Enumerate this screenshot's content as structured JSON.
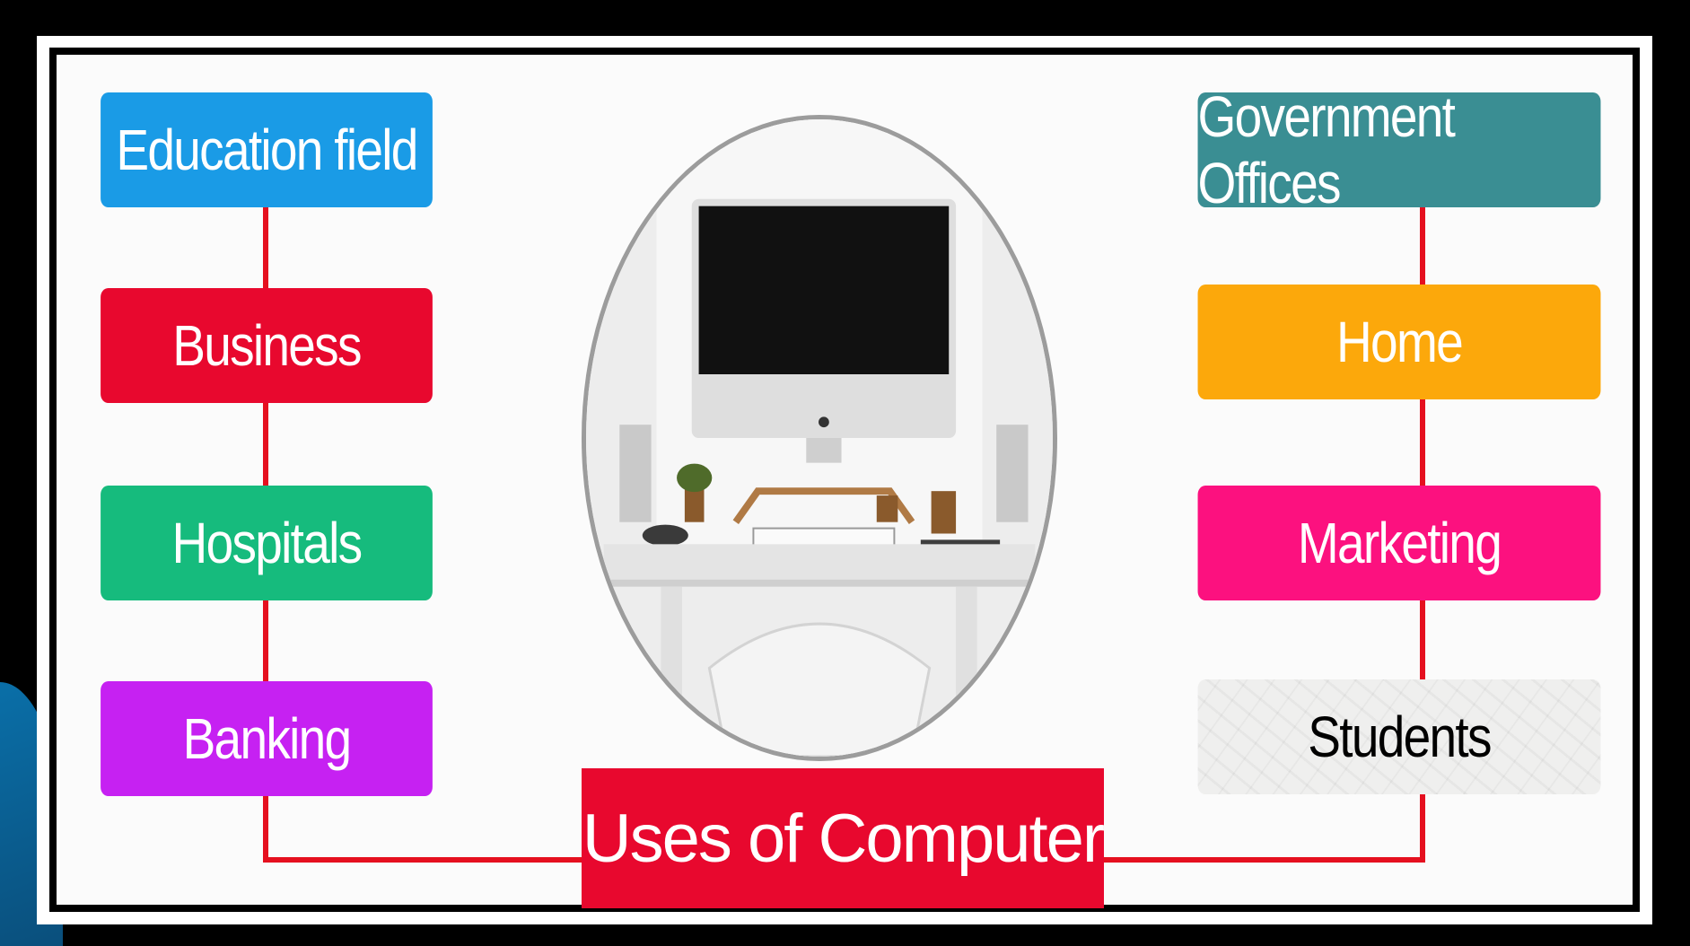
{
  "diagram": {
    "center_label": "Uses of Computer",
    "left_items": [
      {
        "label": "Education field",
        "color": "#1a9be6"
      },
      {
        "label": "Business",
        "color": "#e8082e"
      },
      {
        "label": "Hospitals",
        "color": "#16bb7d"
      },
      {
        "label": "Banking",
        "color": "#c621f2"
      }
    ],
    "right_items": [
      {
        "label": "Government Offices",
        "color": "#3a8e93"
      },
      {
        "label": "Home",
        "color": "#fca80b"
      },
      {
        "label": "Marketing",
        "color": "#fc117f"
      },
      {
        "label": "Students",
        "color": "#efefee"
      }
    ],
    "connector_color": "#e5101f",
    "photo_icon": "desktop-computer-on-desk-photo"
  }
}
